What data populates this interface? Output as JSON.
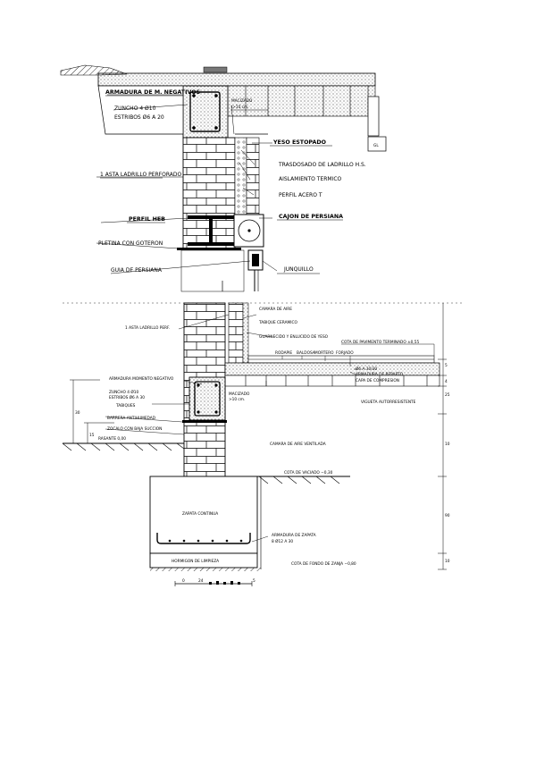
{
  "top_detail": {
    "labels": {
      "armadura": "ARMADURA DE M. NEGATIVOS",
      "zuncho": "ZUNCHO 4 Ø10",
      "estribos": "ESTRIBOS Ø6 A 20",
      "macizado": "MACIZADO",
      "macizado_cm": "l>10 cm.",
      "yeso": "YESO ESTOPADO",
      "trasdosado": "TRASDOSADO DE LADRILLO H.S.",
      "aislamiento": "AISLAMIENTO TERMICO",
      "perfil_acero": "PERFIL ACERO T",
      "asta": "1 ASTA LADRILLO PERFORADO",
      "cajon": "CAJON DE PERSIANA",
      "perfil_heb": "PERFIL HEB",
      "pletina": "PLETINA CON GOTERON",
      "guia": "GUIA DE PERSIANA",
      "junquillo": "JUNQUILLO",
      "edge_mark": "GL"
    }
  },
  "bottom_detail": {
    "labels": {
      "camara_top": "CAMARA DE AIRE",
      "tabique": "TABIQUE CERAMICO",
      "guarnecido": "GUARNECIDO Y ENLUCIDO DE YESO",
      "asta_perf": "1 ASTA LADRILLO PERF.",
      "cota_pavimento": "COTA DE PAVIMENTO TERMINADO ±0,55",
      "rodapie": "RODAPIE",
      "baldosa": "BALDOSA",
      "mortero": "MORTERO",
      "forjado": "FORJADO",
      "mallazo": "Ø6 A 30/30",
      "armadura_reparto": "ARMADURA DE REPARTO",
      "capa": "CAPA DE COMPRESION",
      "armadura_momento": "ARMADURA MOMENTO NEGATIVO",
      "zuncho": "ZUNCHO 4 Ø10",
      "estribos": "ESTRIBOS Ø6 A 30",
      "tabiques": "TABIQUES",
      "macizado": "MACIZADO",
      "macizado_cm": ">10 cm.",
      "vigueta": "VIGUETA AUTORRESISTENTE",
      "barrera": "BARRERA ANTIHUMEDAD",
      "zocalo": "ZOCALO CON BAJA SUCCION",
      "rasante": "RASANTE 0,00",
      "camara": "CAMARA DE AIRE VENTILADA",
      "cota_vaciado": "COTA DE VACIADO −0,30",
      "zapata": "ZAPATA CONTINUA",
      "armadura_zapata": "ARMADURA DE ZAPATA",
      "armadura_zapata_spec": "8 Ø12 A 30",
      "hormigon": "HORMIGON DE LIMPIEZA",
      "cota_fondo": "COTA DE FONDO DE ZANJA −0,80"
    },
    "dims_left": [
      "30",
      "15"
    ],
    "dims_right": [
      "5",
      "4",
      "25",
      "10",
      "90",
      "10"
    ],
    "scale": [
      "0",
      "24",
      "5"
    ]
  }
}
